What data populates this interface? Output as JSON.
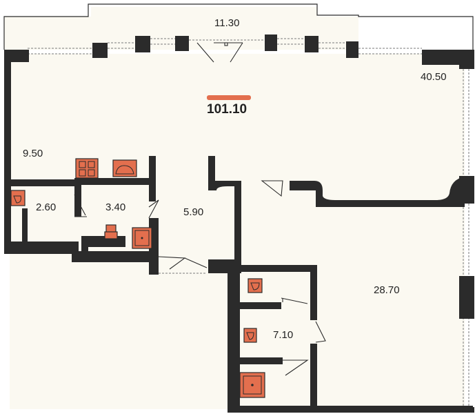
{
  "plan": {
    "total_area": "101.10",
    "accent_color": "#e36f4e",
    "rooms": {
      "terrace": "11.30",
      "main_hall": "40.50",
      "west_zone": "9.50",
      "bath_small": "2.60",
      "bath_mid": "3.40",
      "hall": "5.90",
      "bedroom": "28.70",
      "bath_east": "7.10"
    },
    "fixtures": [
      "stove-icon",
      "sink-icon",
      "washbasin-icon",
      "toilet-icon",
      "shower-icon"
    ]
  }
}
